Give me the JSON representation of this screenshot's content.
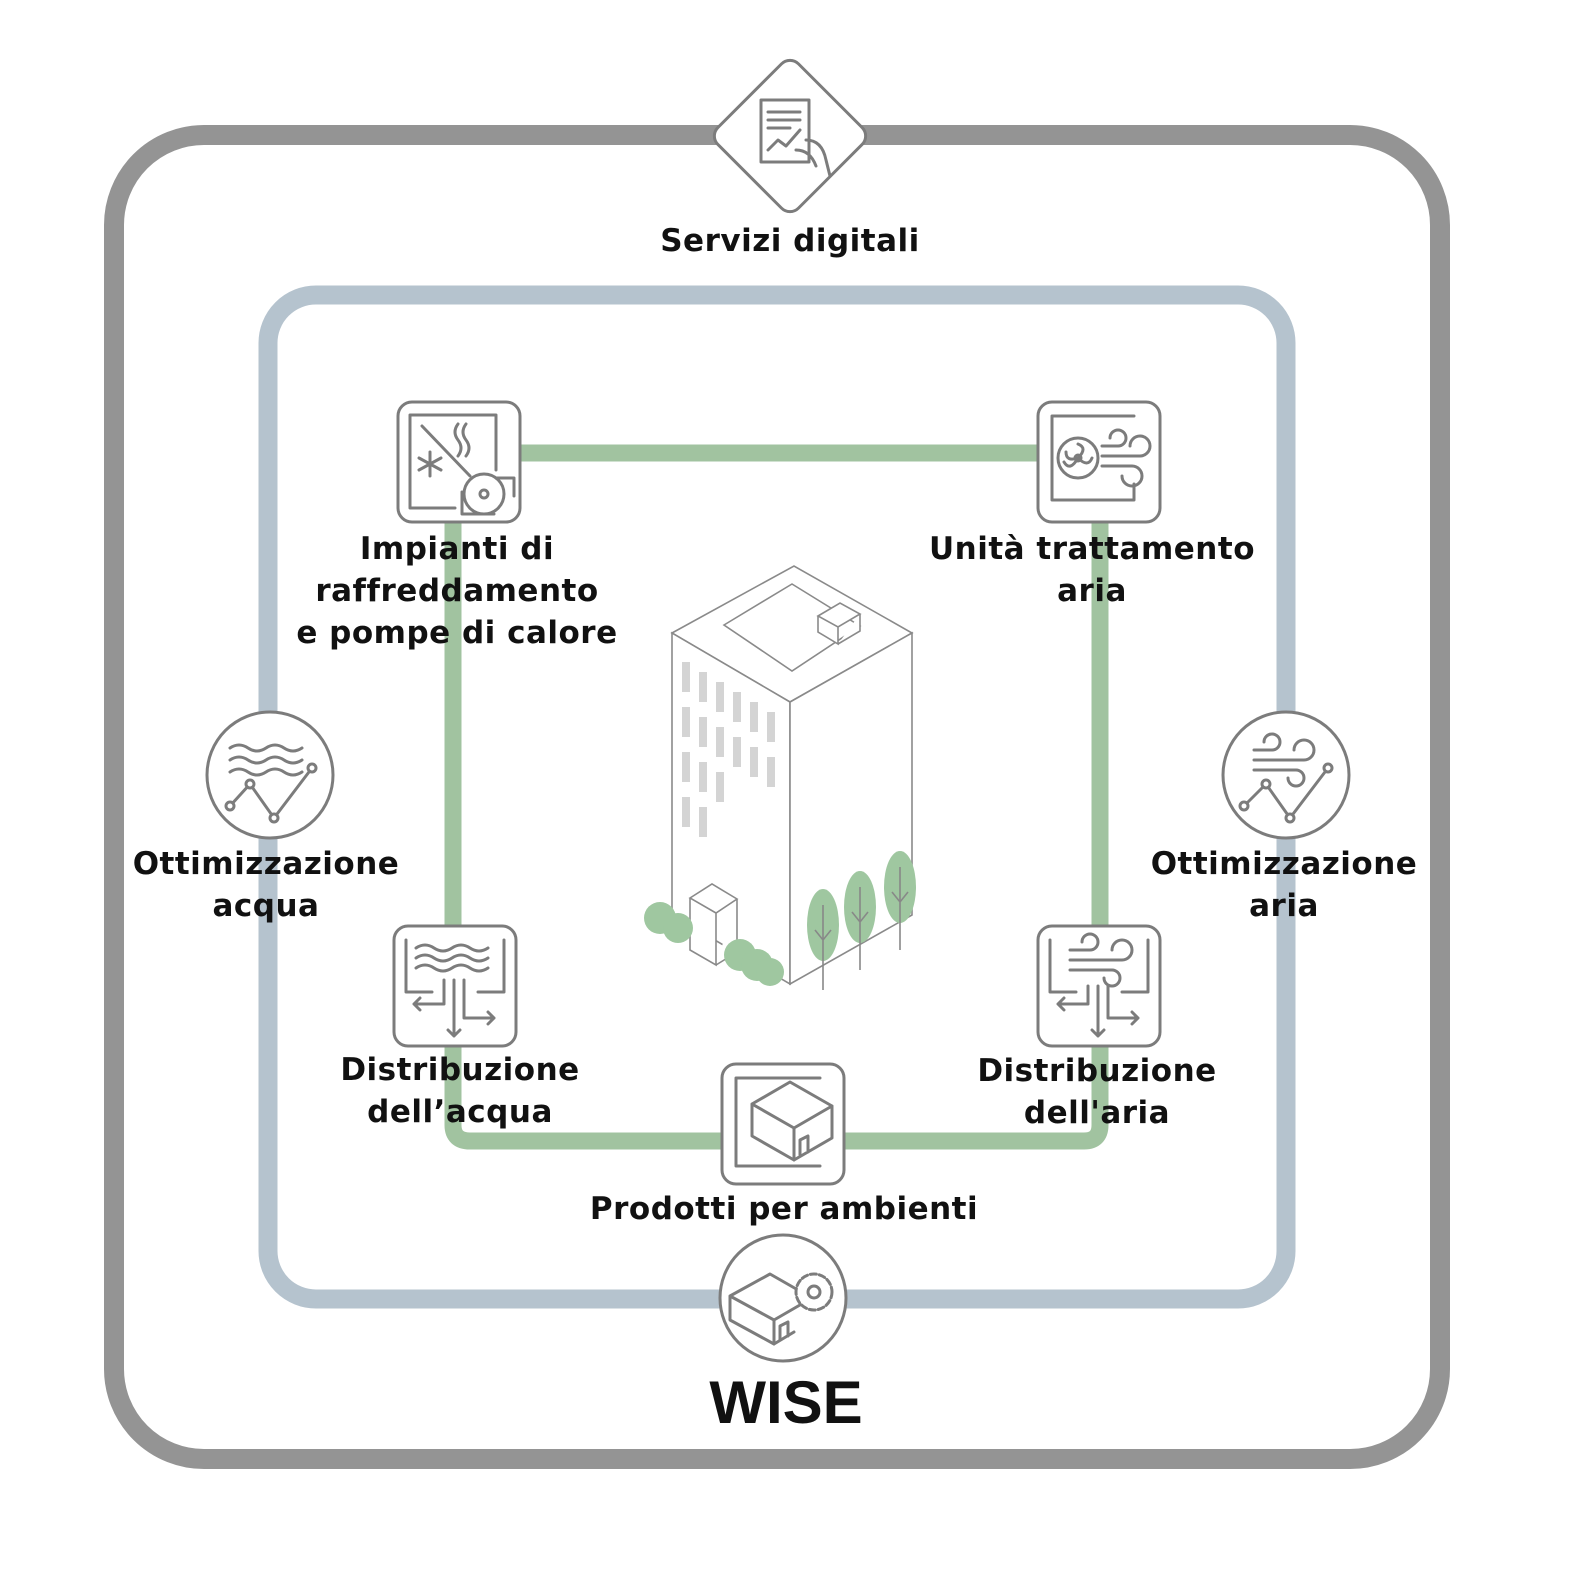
{
  "title": "WISE",
  "colors": {
    "outer_ring": "#949494",
    "inner_ring": "#b5c3ce",
    "flow": "#a1c3a0",
    "icon_stroke": "#7c7c7c",
    "tree": "#9fc7a0"
  },
  "nodes": {
    "digital_services": {
      "label": "Servizi digitali",
      "icon": "document-chart-hand-icon"
    },
    "cooling": {
      "line1": "Impianti di",
      "line2": "raffreddamento",
      "line3": "e pompe di calore",
      "icon": "chiller-heat-pump-icon"
    },
    "air_handling": {
      "line1": "Unità trattamento",
      "line2": "aria",
      "icon": "air-handling-unit-icon"
    },
    "water_optimization": {
      "line1": "Ottimizzazione",
      "line2": "acqua",
      "icon": "water-optimization-icon"
    },
    "air_optimization": {
      "line1": "Ottimizzazione",
      "line2": "aria",
      "icon": "air-optimization-icon"
    },
    "water_distribution": {
      "line1": "Distribuzione",
      "line2": "dell’acqua",
      "icon": "water-distribution-icon"
    },
    "air_distribution": {
      "line1": "Distribuzione",
      "line2": "dell'aria",
      "icon": "air-distribution-icon"
    },
    "room_products": {
      "label": "Prodotti per ambienti",
      "icon": "room-icon"
    },
    "wise": {
      "icon": "room-gear-icon"
    }
  }
}
